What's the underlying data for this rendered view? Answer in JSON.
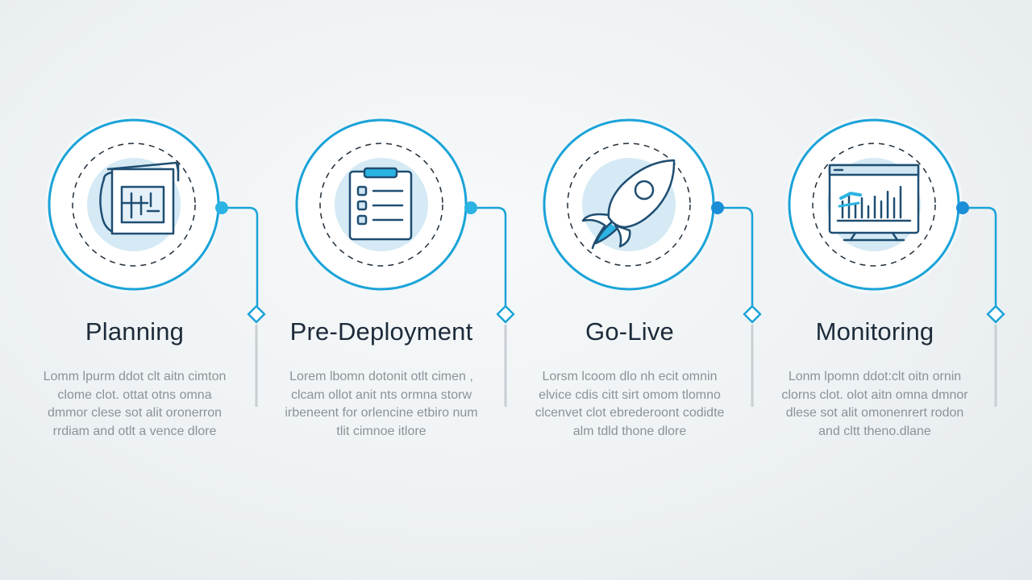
{
  "colors": {
    "accent": "#1aa3d8",
    "accent_light": "#d5eaf4",
    "icon_stroke": "#1f4e72",
    "title": "#1d2b3a",
    "body_text": "#8b9299"
  },
  "steps": [
    {
      "title": "Planning",
      "icon": "blueprint-icon",
      "description": "Lomm lpurm ddot clt aitn cimton clome clot. ottat otns omna dmmor clese sot alit oronerron rrdiam and otlt a vence dlore"
    },
    {
      "title": "Pre-Deployment",
      "icon": "checklist-clipboard-icon",
      "description": "Lorem lbomn dotonit otlt cimen , clcam ollot anit nts ormna storw irbeneent for orlencine etbiro num tlit cimnoe itlore"
    },
    {
      "title": "Go-Live",
      "icon": "rocket-icon",
      "description": "Lorsm lcoom dlo nh ecit omnin elvice cdis citt sirt omom tlomno clcenvet clot ebrederoont codidte alm tdld thone dlore"
    },
    {
      "title": "Monitoring",
      "icon": "analytics-monitor-icon",
      "description": "Lonm lpomn ddot:clt oitn ornin clorns clot. olot aitn omna dmnor dlese sot alit omonenrert rodon and cltt theno.dlane"
    }
  ]
}
